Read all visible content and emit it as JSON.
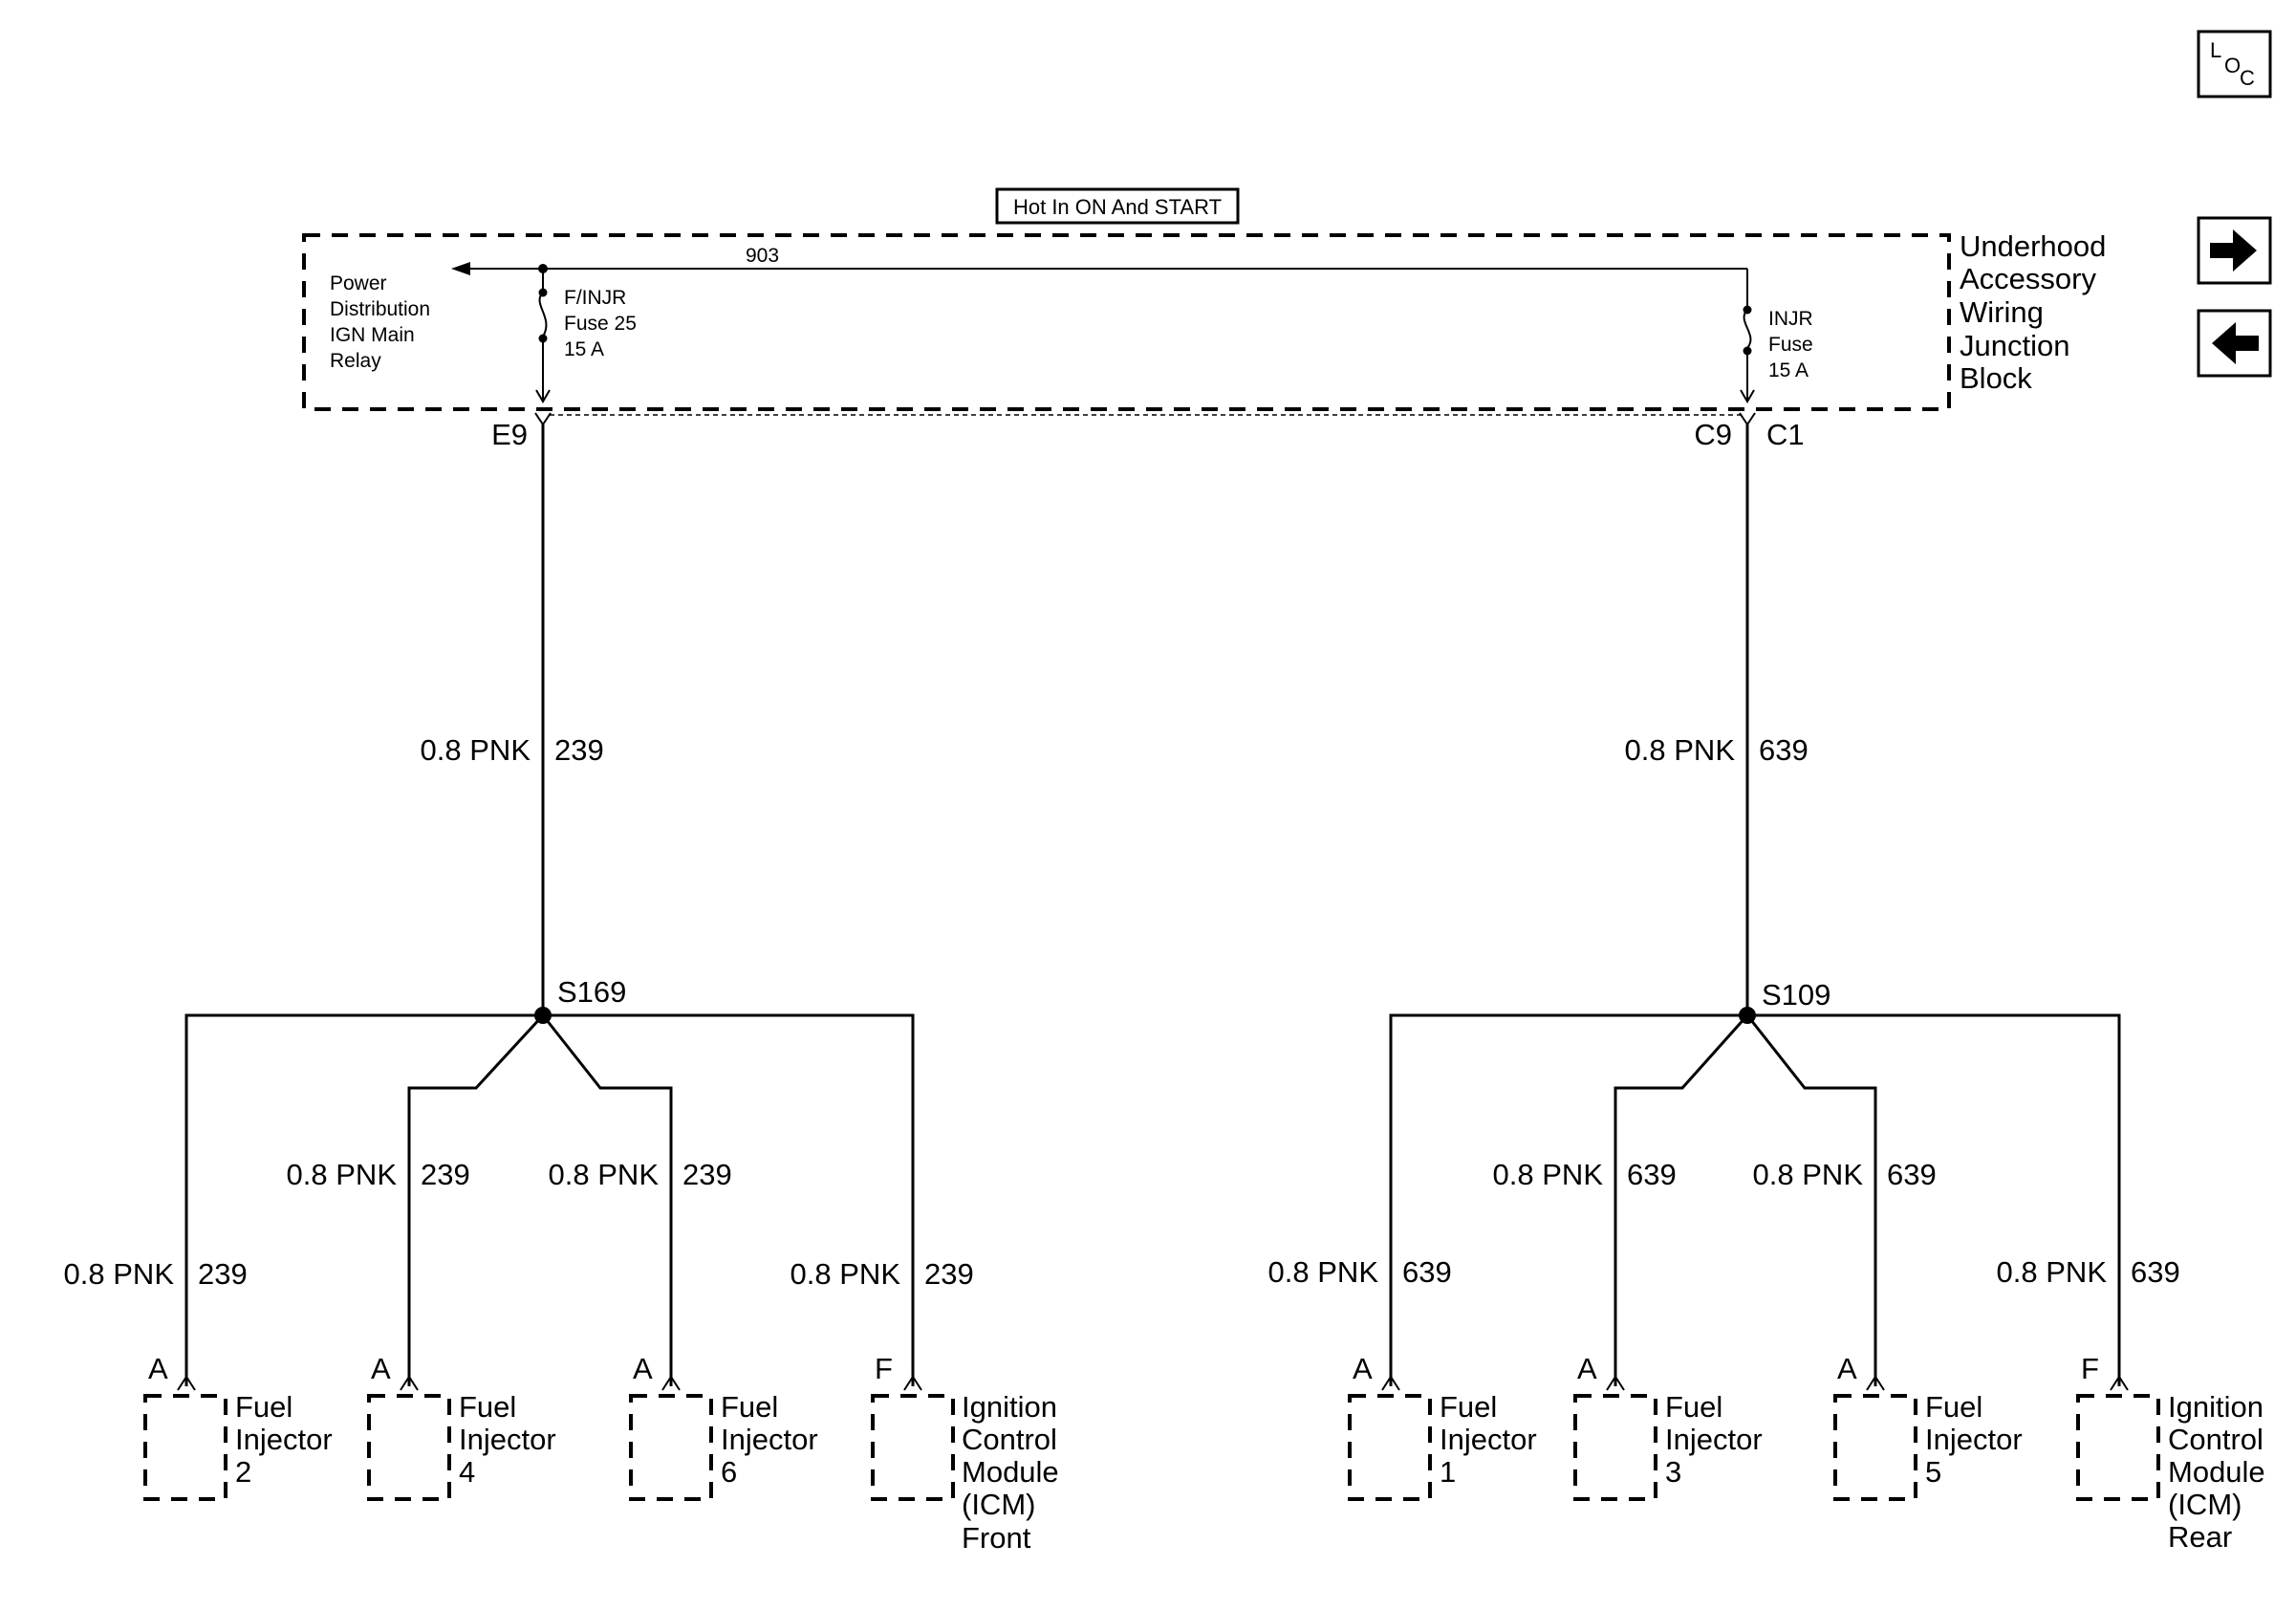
{
  "nav": {
    "loc_l": "L",
    "loc_o": "O",
    "loc_c": "C",
    "forward_icon": "arrow-right-icon",
    "back_icon": "arrow-left-icon"
  },
  "header": {
    "hot_label": "Hot In ON And START"
  },
  "junction_block": {
    "name_lines": [
      "Underhood",
      "Accessory",
      "Wiring",
      "Junction",
      "Block"
    ],
    "relay_lines": [
      "Power",
      "Distribution",
      "IGN Main",
      "Relay"
    ],
    "bus_circuit": "903",
    "fuse_left_lines": [
      "F/INJR",
      "Fuse 25",
      "15 A"
    ],
    "fuse_right_lines": [
      "INJR",
      "Fuse",
      "15 A"
    ],
    "connector_left": "E9",
    "connector_right_a": "C9",
    "connector_right_b": "C1"
  },
  "left_bank": {
    "main_wire_size": "0.8 PNK",
    "main_wire_circuit": "239",
    "splice": "S169",
    "branches": [
      {
        "wire_size": "0.8 PNK",
        "circuit": "239",
        "pin": "A",
        "component_lines": [
          "Fuel",
          "Injector",
          "2"
        ]
      },
      {
        "wire_size": "0.8 PNK",
        "circuit": "239",
        "pin": "A",
        "component_lines": [
          "Fuel",
          "Injector",
          "4"
        ]
      },
      {
        "wire_size": "0.8 PNK",
        "circuit": "239",
        "pin": "A",
        "component_lines": [
          "Fuel",
          "Injector",
          "6"
        ]
      },
      {
        "wire_size": "0.8 PNK",
        "circuit": "239",
        "pin": "F",
        "component_lines": [
          "Ignition",
          "Control",
          "Module",
          "(ICM)",
          "Front"
        ]
      }
    ]
  },
  "right_bank": {
    "main_wire_size": "0.8 PNK",
    "main_wire_circuit": "639",
    "splice": "S109",
    "branches": [
      {
        "wire_size": "0.8 PNK",
        "circuit": "639",
        "pin": "A",
        "component_lines": [
          "Fuel",
          "Injector",
          "1"
        ]
      },
      {
        "wire_size": "0.8 PNK",
        "circuit": "639",
        "pin": "A",
        "component_lines": [
          "Fuel",
          "Injector",
          "3"
        ]
      },
      {
        "wire_size": "0.8 PNK",
        "circuit": "639",
        "pin": "A",
        "component_lines": [
          "Fuel",
          "Injector",
          "5"
        ]
      },
      {
        "wire_size": "0.8 PNK",
        "circuit": "639",
        "pin": "F",
        "component_lines": [
          "Ignition",
          "Control",
          "Module",
          "(ICM)",
          "Rear"
        ]
      }
    ]
  }
}
